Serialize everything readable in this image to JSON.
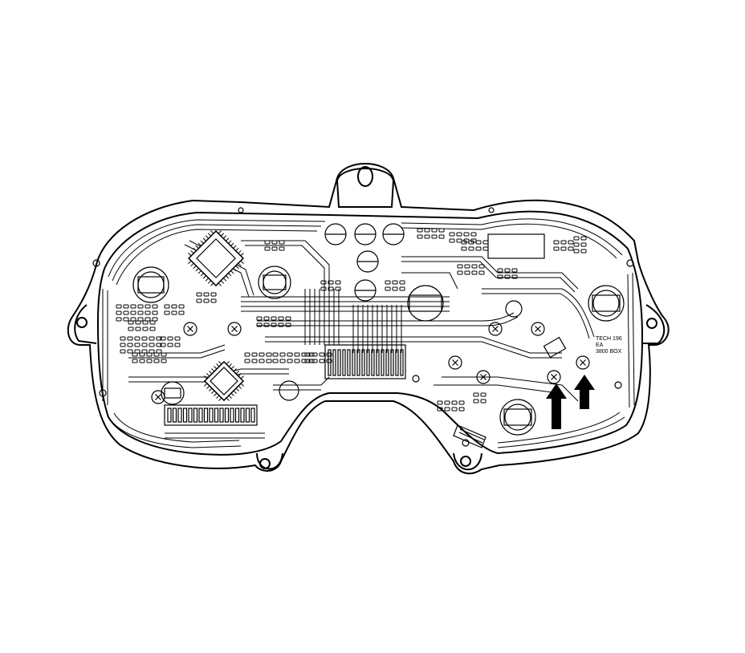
{
  "diagram": {
    "board_labels": [
      "TECH 196",
      "EA",
      "3800 BOX"
    ],
    "colors": {
      "line": "#000000",
      "background": "#ffffff"
    },
    "arrows": [
      {
        "name": "arrow-left",
        "direction": "up"
      },
      {
        "name": "arrow-right",
        "direction": "up"
      }
    ]
  }
}
